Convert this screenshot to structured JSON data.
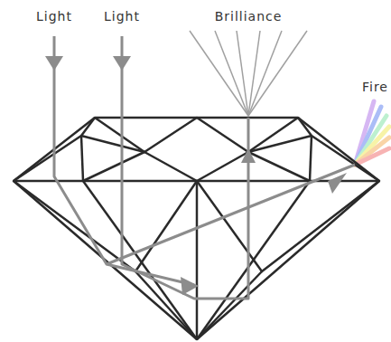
{
  "diagram": {
    "labels": [
      "Light",
      "Light",
      "Brilliance",
      "Fire"
    ]
  }
}
